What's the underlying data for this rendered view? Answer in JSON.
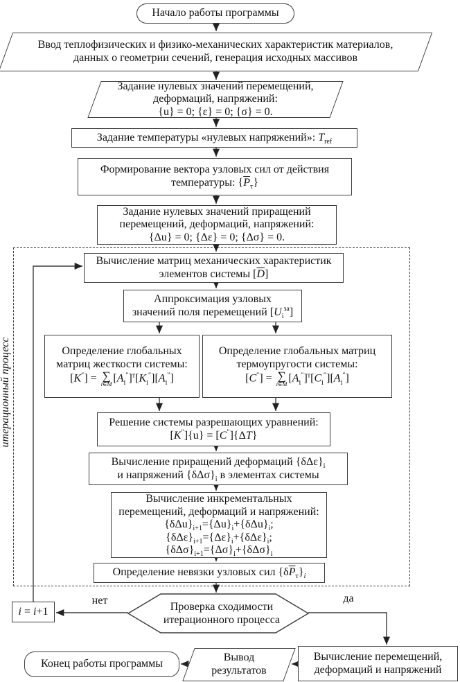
{
  "colors": {
    "line": "#3c3c3c",
    "background": "#ffffff",
    "text": "#111111"
  },
  "flow": {
    "start": {
      "label": "Начало работы программы"
    },
    "par_input": {
      "lines": [
        "Ввод теплофизических и физико-механических характеристик материалов,",
        "данных о геометрии сечений, генерация исходных массивов"
      ]
    },
    "par_zero": {
      "lines": [
        "Задание нулевых значений перемещений,",
        "деформаций, напряжений:",
        "{u} = 0; {ε} = 0; {σ} = 0."
      ]
    },
    "tref": {
      "lines": [
        "Задание температуры «нулевых напряжений»: <i>T</i><sub>ref</sub>"
      ]
    },
    "force": {
      "lines": [
        "Формирование вектора узловых сил от действия",
        "температуры: {<span class=\"ov\"><i>P</i></span><sub>т</sub>}"
      ]
    },
    "zero_inc": {
      "lines": [
        "Задание нулевых значений приращений",
        "перемещений, деформаций, напряжений:",
        "{Δu} = 0; {Δε} = 0; {Δσ} = 0."
      ]
    },
    "iteration": {
      "label": "итерационный процесс"
    },
    "mech": {
      "lines": [
        "Вычисление матриц механических характеристик",
        "элементов системы [<span class=\"ov\"><i>D</i></span>]"
      ]
    },
    "approx": {
      "lines": [
        "Аппроксимация  узловых",
        "значений поля перемещений  [<i>U</i><sub>i</sub><sup>за</sup>]"
      ]
    },
    "stiffness": {
      "lines": [
        "Определение глобальных",
        "матриц жесткости системы:",
        "[<i>K</i><sup>″</sup>] = <span class=\"sig\"><span class=\"sg\">∑</span><span class=\"sgu\">i∈M</span></span>[<i>A</i><sub>i</sub><sup>″</sup>]<sup>т</sup>[<i>K</i><sub>i</sub><sup>″</sup>][<i>A</i><sub>i</sub><sup>″</sup>]"
      ]
    },
    "thermo": {
      "lines": [
        "Определение глобальных матриц",
        "термоупругости системы:",
        "[<i>C</i><sup>″</sup>] = <span class=\"sig\"><span class=\"sg\">∑</span><span class=\"sgu\">i∈M</span></span>[<i>A</i><sub>i</sub><sup>″</sup>]<sup>т</sup>[<i>C</i><sub>i</sub><sup>″</sup>][<i>A</i><sub>i</sub><sup>″</sup>]"
      ]
    },
    "solve": {
      "lines": [
        "Решение системы разрешающих уравнений:",
        "[<i>K</i><sup>″</sup>]{u} = [<i>C</i><sup>″</sup>]{Δ<i>T</i>}"
      ]
    },
    "delta": {
      "lines": [
        "Вычисление приращений деформаций {δΔε}<sub>i</sub>",
        "и напряжений {δΔσ}<sub>i</sub> в элементах  системы"
      ]
    },
    "incremental": {
      "lines": [
        "Вычисление инкрементальных",
        "перемещений, деформаций и напряжений:",
        "{δΔu}<sub>i+1</sub>={Δu}<sub>i</sub>+{δΔu}<sub>i</sub>;",
        "{δΔε}<sub>i+1</sub>={Δε}<sub>i</sub>+{δΔε}<sub>i</sub>;",
        "{δΔσ}<sub>i+1</sub>={Δσ}<sub>i</sub>+{δΔσ}<sub>i</sub>"
      ]
    },
    "residual": {
      "lines": [
        "Определение невязки узловых сил {δ<span class=\"ov\"><i>P</i></span><sub>т</sub>}<sub><i>i</i></sub>"
      ]
    },
    "decision": {
      "lines": [
        "Проверка сходимости",
        "итерационного процесса"
      ],
      "no_label": "нет",
      "yes_label": "да"
    },
    "counter": {
      "label": "<i>i</i> = <i>i</i>+1"
    },
    "calc": {
      "lines": [
        "Вычисление перемещений,",
        "деформаций и напряжений"
      ]
    },
    "output": {
      "lines": [
        "Вывод",
        "результатов"
      ]
    },
    "end": {
      "label": "Конец работы программы"
    }
  }
}
